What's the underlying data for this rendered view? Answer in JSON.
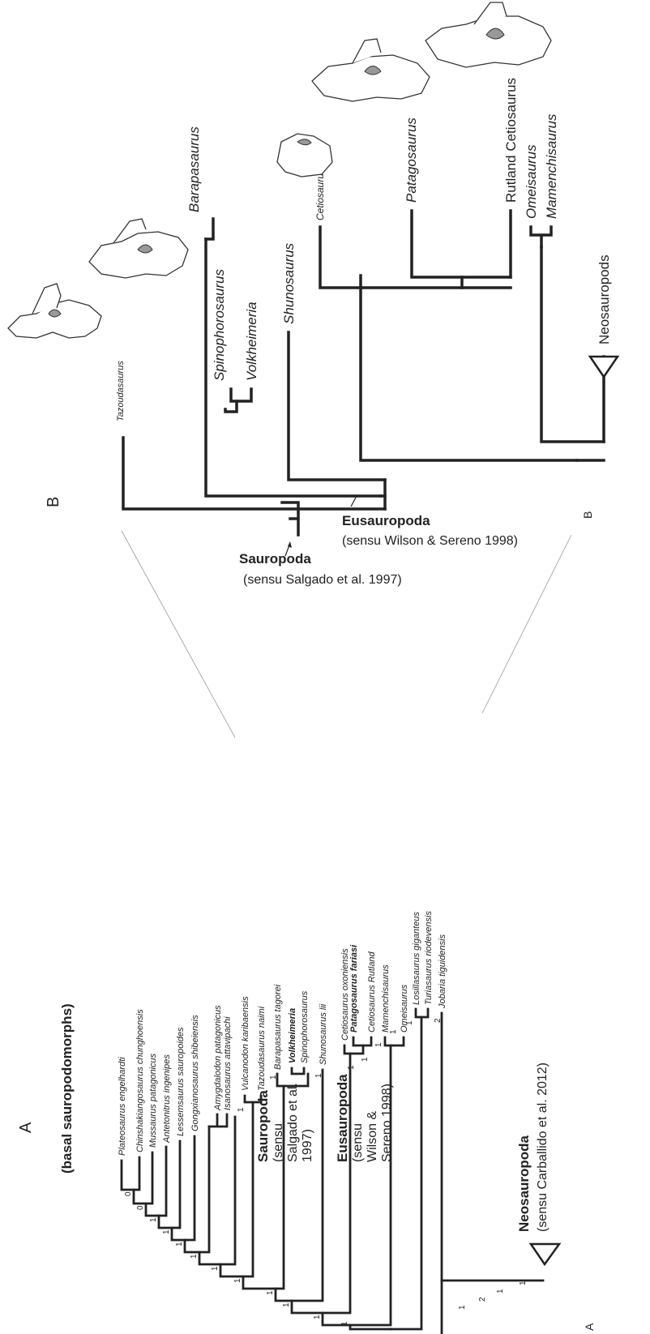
{
  "panel_a": {
    "letter": "A",
    "group_label": "(basal sauropodomorphs)",
    "taxa": [
      {
        "name": "Plateosaurus engelhardti",
        "color": "#222222"
      },
      {
        "name": "Chinshakiangosaurus chunghoensis",
        "color": "#222222"
      },
      {
        "name": "Mussaurus patagonicus",
        "color": "#222222"
      },
      {
        "name": "Antetonitrus ingenipes",
        "color": "#222222"
      },
      {
        "name": "Lessemsaurus sauropoides",
        "color": "#222222"
      },
      {
        "name": "Gongxianosaurus shibeiensis",
        "color": "#222222"
      },
      {
        "name": "Amygdalodon patagonicus",
        "color": "#222222"
      },
      {
        "name": "Isanosaurus attavipachi",
        "color": "#222222"
      },
      {
        "name": "Vulcanodon karibaensis",
        "color": "#222222"
      },
      {
        "name": "Tazoudasaurus naimi",
        "color": "#222222"
      },
      {
        "name": "Barapasaurus tagorei",
        "color": "#222222"
      },
      {
        "name": "Volkheimeria",
        "color": "#f0a020",
        "bold": true
      },
      {
        "name": "Spinophorosaurus",
        "color": "#222222"
      },
      {
        "name": "Shunosaurus lii",
        "color": "#222222"
      },
      {
        "name": "Cetiosaurus oxoniensis",
        "color": "#222222"
      },
      {
        "name": "Patagosaurus fariasi",
        "color": "#2a2a8a",
        "bold": true
      },
      {
        "name": "Cetiosaurus Rutland",
        "color": "#222222"
      },
      {
        "name": "Mamenchisaurus",
        "color": "#222222"
      },
      {
        "name": "Omeisaurus",
        "color": "#222222"
      },
      {
        "name": "Losillasaurus giganteus",
        "color": "#222222"
      },
      {
        "name": "Turiasaurus riodevensis",
        "color": "#222222"
      },
      {
        "name": "Jobaria tiguidensis",
        "color": "#222222"
      }
    ],
    "support_values": [
      "0",
      "0",
      "1",
      "1",
      "1",
      "1",
      "1",
      "1",
      "1",
      "1",
      "1",
      "1",
      "1",
      "1",
      "1",
      "1",
      "2",
      "1",
      "2",
      "1",
      "1",
      "1",
      "1",
      "1",
      "1"
    ],
    "sauropoda": {
      "name": "Sauropoda",
      "sensu_lines": [
        "(sensu",
        "Salgado et al.",
        "1997)"
      ]
    },
    "eusauropoda": {
      "name": "Eusauropoda",
      "sensu_lines": [
        "(sensu",
        "Wilson &",
        "Sereno 1998)"
      ]
    },
    "neosauropoda": {
      "name": "Neosauropoda",
      "sensu": "(sensu Carballido et al. 2012)"
    },
    "footer_letter": "A"
  },
  "panel_b": {
    "letter": "B",
    "taxa": [
      "Tazoudasaurus",
      "Barapasaurus",
      "Spinophorosaurus",
      "Volkheimeria",
      "Shunosaurus",
      "Cetiosaurus",
      "Patagosaurus",
      "Rutland Cetiosaurus",
      "Omeisaurus",
      "Mamenchisaurus",
      "Neosauropods"
    ],
    "sauropoda": {
      "name": "Sauropoda",
      "sensu": "(sensu Salgado et al. 1997)"
    },
    "eusauropoda": {
      "name": "Eusauropoda",
      "sensu": "(sensu Wilson & Sereno 1998)"
    },
    "footer_letter": "B"
  }
}
